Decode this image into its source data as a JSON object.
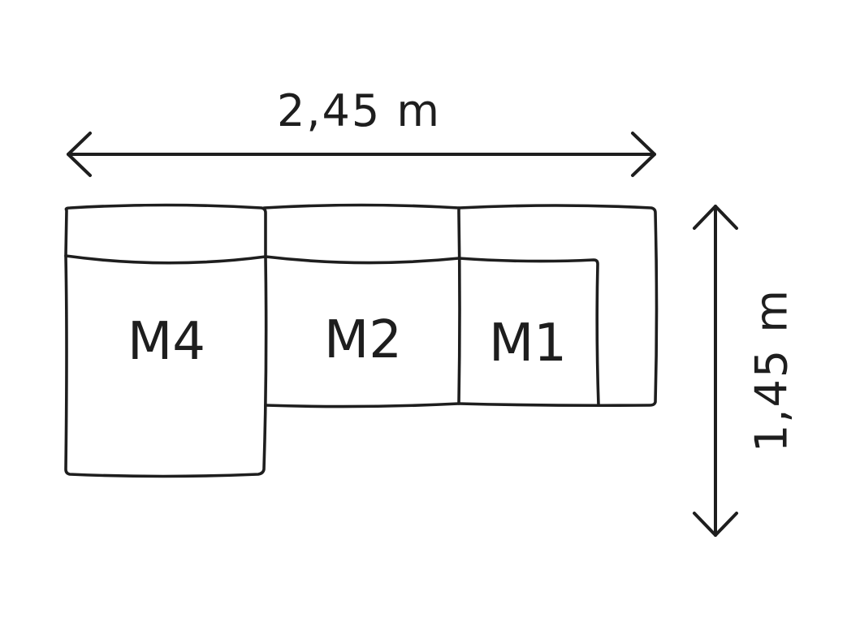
{
  "dimensions": {
    "width_label": "2,45 m",
    "depth_label": "1,45 m"
  },
  "modules": [
    {
      "id": "m4",
      "label": "M4"
    },
    {
      "id": "m2",
      "label": "M2"
    },
    {
      "id": "m1",
      "label": "M1"
    }
  ],
  "colors": {
    "line": "#1e1e1e",
    "background": "#ffffff"
  }
}
